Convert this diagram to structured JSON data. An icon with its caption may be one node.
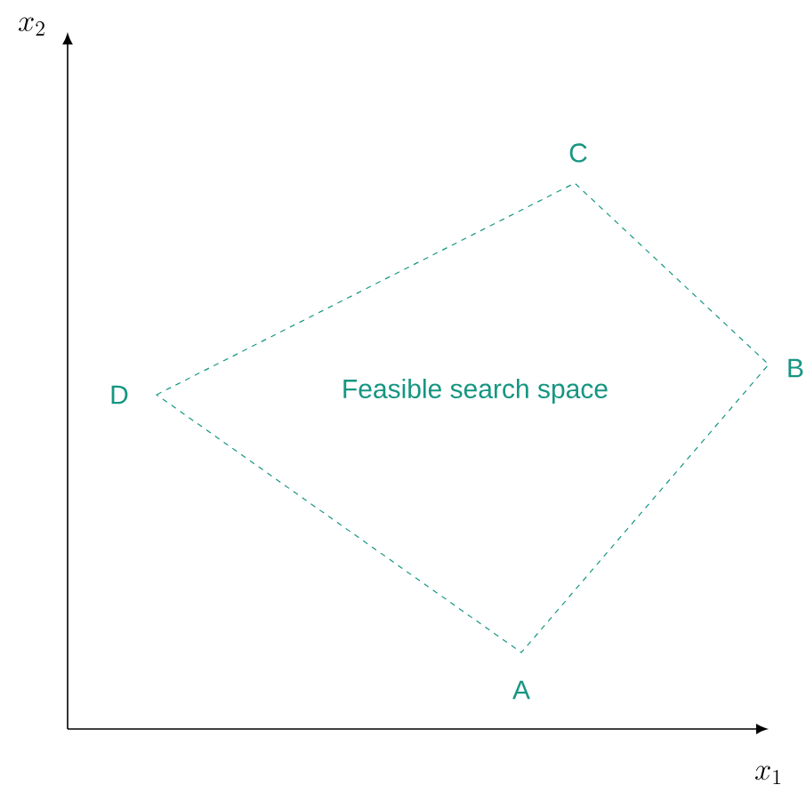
{
  "diagram": {
    "nodes": [
      {
        "text": [
          "Feasible search space"
        ]
      }
    ],
    "labels": [
      "C",
      "B",
      "D",
      "A",
      "x_2",
      "x_1"
    ]
  }
}
